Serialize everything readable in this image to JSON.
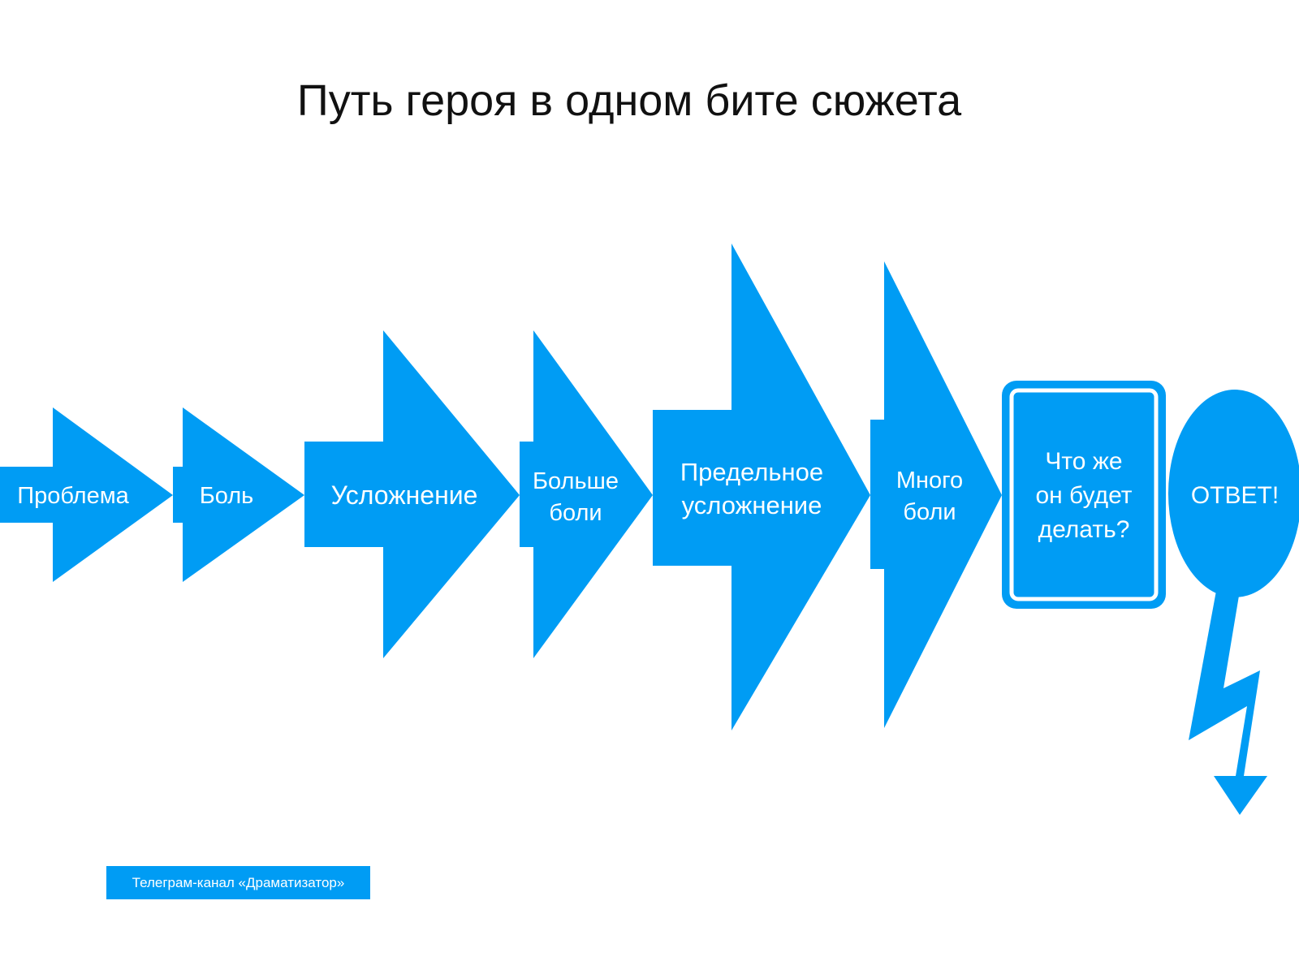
{
  "title": "Путь героя в одном бите сюжета",
  "colors": {
    "accent": "#009CF4",
    "background": "#FFFFFF",
    "title_text": "#111111",
    "label_text": "#FFFFFF"
  },
  "steps": [
    {
      "label_lines": [
        "Проблема"
      ]
    },
    {
      "label_lines": [
        "Боль"
      ]
    },
    {
      "label_lines": [
        "Усложнение"
      ]
    },
    {
      "label_lines": [
        "Больше",
        "боли"
      ]
    },
    {
      "label_lines": [
        "Предельное",
        "усложнение"
      ]
    },
    {
      "label_lines": [
        "Много",
        "боли"
      ]
    },
    {
      "label_lines": [
        "Что же",
        "он будет",
        "делать?"
      ]
    },
    {
      "label_lines": [
        "ОТВЕТ!"
      ]
    }
  ],
  "footer": {
    "label": "Телеграм-канал «Драматизатор»"
  }
}
